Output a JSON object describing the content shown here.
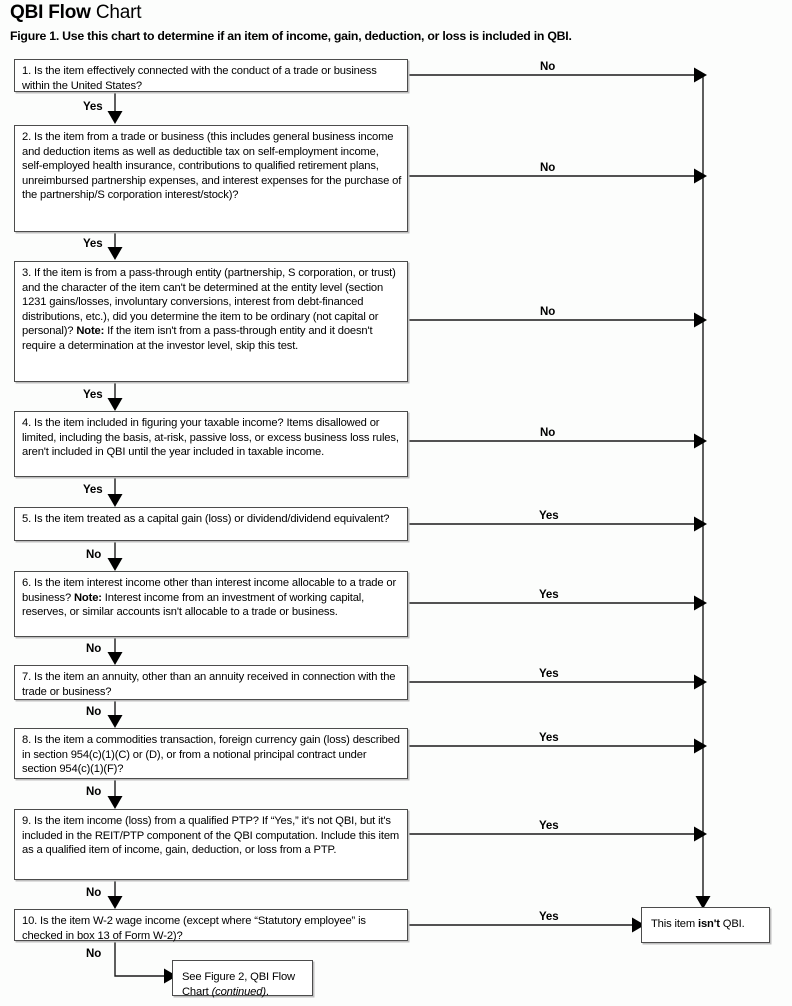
{
  "header": {
    "title_bold": "QBI Flow",
    "title_regular": " Chart",
    "subtitle": "Figure 1. Use this chart to determine if an item of income, gain, deduction, or loss is included in QBI."
  },
  "colors": {
    "page_background": "#fcfdfc",
    "box_border": "#4c4c4c",
    "box_fill": "#ffffff",
    "box_shadow": "#bfbfbf",
    "wire": "#1a1a1a",
    "text": "#000000"
  },
  "chart_data": {
    "type": "diagram",
    "title": "QBI Flow Chart",
    "subtitle": "Figure 1. Use this chart to determine if an item of income, gain, deduction, or loss is included in QBI.",
    "orientation": "top-to-bottom decision chain with right-side exit rail",
    "terminal_label": "This item isn't QBI.",
    "continuation_label": "See Figure 2, QBI Flow Chart (continued).",
    "steps": [
      {
        "id": 1,
        "down_label": "Yes",
        "right_label": "No",
        "right_target": "terminal"
      },
      {
        "id": 2,
        "down_label": "Yes",
        "right_label": "No",
        "right_target": "terminal"
      },
      {
        "id": 3,
        "down_label": "Yes",
        "right_label": "No",
        "right_target": "terminal"
      },
      {
        "id": 4,
        "down_label": "Yes",
        "right_label": "No",
        "right_target": "terminal"
      },
      {
        "id": 5,
        "down_label": "No",
        "right_label": "Yes",
        "right_target": "terminal"
      },
      {
        "id": 6,
        "down_label": "No",
        "right_label": "Yes",
        "right_target": "terminal"
      },
      {
        "id": 7,
        "down_label": "No",
        "right_label": "Yes",
        "right_target": "terminal"
      },
      {
        "id": 8,
        "down_label": "No",
        "right_label": "Yes",
        "right_target": "terminal"
      },
      {
        "id": 9,
        "down_label": "No",
        "right_label": "Yes",
        "right_target": "terminal"
      },
      {
        "id": 10,
        "down_label": "No",
        "right_label": "Yes",
        "right_target": "terminal",
        "down_target": "continuation"
      }
    ]
  },
  "nodes": {
    "q1": {
      "number": "1.",
      "text_plain": "1. Is the item effectively connected with the conduct of a trade or business within the United States?"
    },
    "q2": {
      "number": "2.",
      "text_plain": "2. Is the item from a trade or business (this includes general business income and deduction items as well as deductible tax on self-employment income, self-employed health insurance, contributions to qualified retirement plans, unreimbursed partnership expenses, and interest expenses for the purchase of the partnership/S corporation interest/stock)?"
    },
    "q3": {
      "number": "3.",
      "text_before_note": "3. If the item is from a pass-through entity (partnership, S corporation, or trust) and the character of the item can't be determined at the entity level (section 1231 gains/losses, involuntary conversions, interest from debt-financed distributions, etc.), did you determine the item to be ordinary (not capital or personal)? ",
      "note_label": "Note:",
      "text_after_note": " If the item isn't from a pass-through entity and it doesn't require a determination at the investor level, skip this test."
    },
    "q4": {
      "number": "4.",
      "text_plain": "4. Is the item included in figuring your taxable income? Items disallowed or limited, including the basis, at-risk, passive loss, or excess business loss rules, aren't included in QBI until the year included in taxable income."
    },
    "q5": {
      "number": "5.",
      "text_plain": "5. Is the item treated as a capital gain (loss) or dividend/dividend equivalent?"
    },
    "q6": {
      "number": "6.",
      "text_before_note": "6. Is the item interest income other than interest income allocable to a trade or business? ",
      "note_label": "Note:",
      "text_after_note": " Interest income from an investment of working capital, reserves, or similar accounts isn't allocable to a trade or business."
    },
    "q7": {
      "number": "7.",
      "text_plain": "7. Is the item an annuity, other than an annuity received in connection with the trade or business?"
    },
    "q8": {
      "number": "8.",
      "text_plain": "8. Is the item a commodities transaction, foreign currency gain (loss) described in section 954(c)(1)(C) or (D), or from a notional principal contract under section 954(c)(1)(F)?"
    },
    "q9": {
      "number": "9.",
      "text_plain": "9. Is the item income (loss) from a qualified PTP? If “Yes,” it's not QBI, but it's included in the REIT/PTP component of the QBI computation. Include this item as a qualified item of income, gain, deduction, or loss from a PTP."
    },
    "q10": {
      "number": "10.",
      "text_plain": "10. Is the item W-2 wage income (except where “Statutory employee” is checked in box 13 of Form W-2)?"
    },
    "terminal": {
      "text_before_bold": "This item ",
      "bold": "isn't",
      "text_after_bold": " QBI."
    },
    "continuation": {
      "line1": "See Figure 2, QBI Flow",
      "line2_before_italic": "Chart ",
      "line2_italic": "(continued)",
      "line2_after_italic": "."
    }
  },
  "edge_labels": {
    "down": [
      "Yes",
      "Yes",
      "Yes",
      "Yes",
      "No",
      "No",
      "No",
      "No",
      "No",
      "No"
    ],
    "right": [
      "No",
      "No",
      "No",
      "No",
      "Yes",
      "Yes",
      "Yes",
      "Yes",
      "Yes",
      "Yes"
    ]
  }
}
